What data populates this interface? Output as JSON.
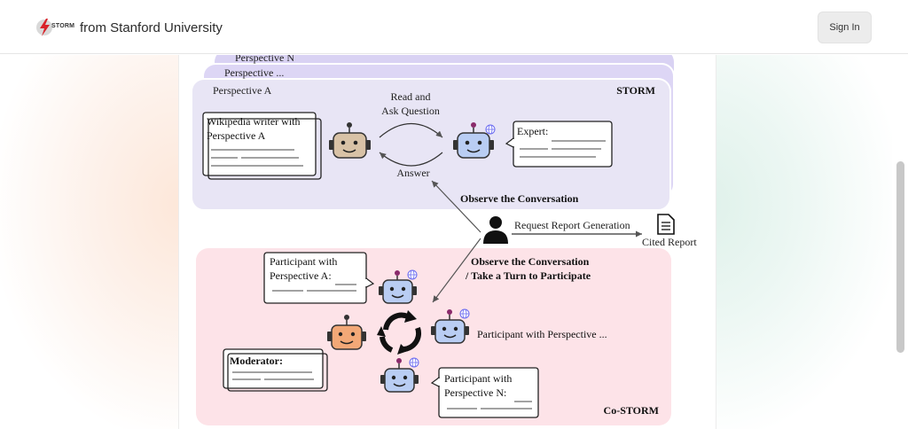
{
  "header": {
    "logo_word": "STORM",
    "brand_text": "from Stanford University",
    "signin_label": "Sign In"
  },
  "figure": {
    "storm_title": "STORM",
    "costorm_title": "Co-STORM",
    "perspective_n": "Perspective N",
    "perspective_dots": "Perspective ...",
    "perspective_a": "Perspective A",
    "read_ask_1": "Read and",
    "read_ask_2": "Ask Question",
    "answer": "Answer",
    "writer_line1": "Wikipedia writer with",
    "writer_line2": "Perspective A",
    "expert": "Expert:",
    "observe_conversation": "Observe the Conversation",
    "request_report": "Request Report Generation",
    "cited_report": "Cited Report",
    "observe_turn_1": "Observe the Conversation",
    "observe_turn_2": "/ Take a Turn to Participate",
    "participant_a_1": "Participant with",
    "participant_a_2": "Perspective A:",
    "participant_dots": "Participant with Perspective ...",
    "moderator": "Moderator:",
    "participant_n_1": "Participant with",
    "participant_n_2": "Perspective N:"
  },
  "colors": {
    "storm_panel": "#e6e2f4",
    "storm_back": "#d7d0f2",
    "costorm_panel": "#fde3e8",
    "robot_blue": "#b9cdf3",
    "robot_tan": "#d8c2a6",
    "robot_orange": "#f2a877"
  }
}
